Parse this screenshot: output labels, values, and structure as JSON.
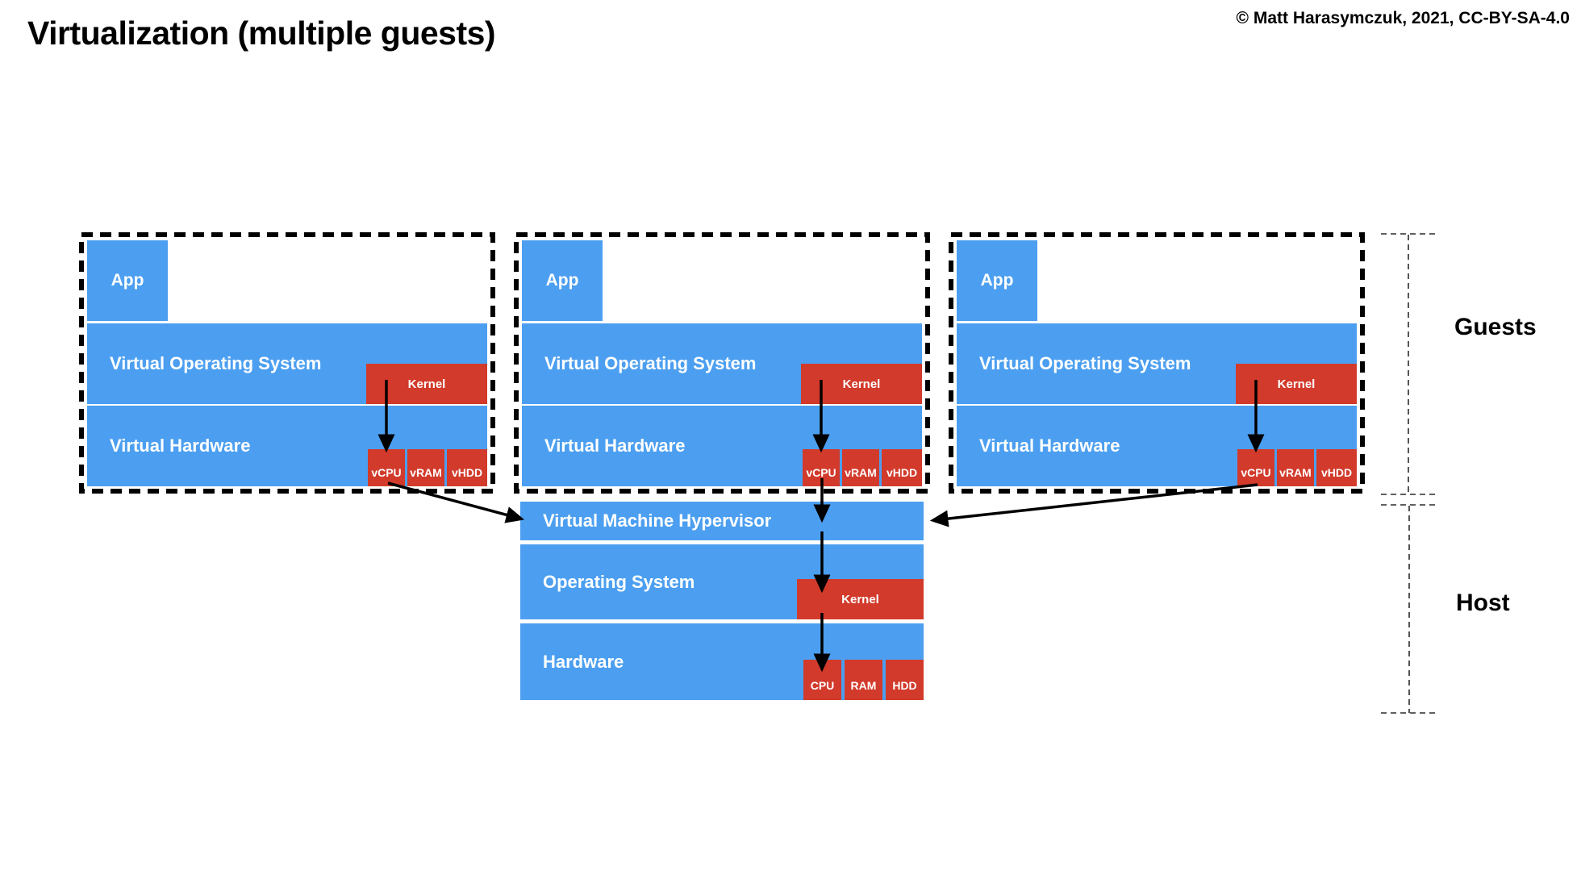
{
  "title": "Virtualization (multiple guests)",
  "copyright": "© Matt Harasymczuk, 2021, CC-BY-SA-4.0",
  "colors": {
    "blue": "#4C9FF0",
    "red": "#D23A2B",
    "ink": "#000000"
  },
  "guests": {
    "bracket_label": "Guests",
    "items": [
      {
        "app": "App",
        "os": "Virtual Operating System",
        "kernel": "Kernel",
        "hw": "Virtual Hardware",
        "cpu": "vCPU",
        "ram": "vRAM",
        "hdd": "vHDD"
      },
      {
        "app": "App",
        "os": "Virtual Operating System",
        "kernel": "Kernel",
        "hw": "Virtual Hardware",
        "cpu": "vCPU",
        "ram": "vRAM",
        "hdd": "vHDD"
      },
      {
        "app": "App",
        "os": "Virtual Operating System",
        "kernel": "Kernel",
        "hw": "Virtual Hardware",
        "cpu": "vCPU",
        "ram": "vRAM",
        "hdd": "vHDD"
      }
    ]
  },
  "host": {
    "bracket_label": "Host",
    "hypervisor": "Virtual Machine Hypervisor",
    "os": "Operating System",
    "kernel": "Kernel",
    "hw": "Hardware",
    "cpu": "CPU",
    "ram": "RAM",
    "hdd": "HDD"
  }
}
